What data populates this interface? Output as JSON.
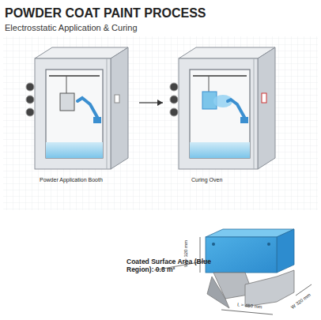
{
  "diagram": {
    "title": "POWDER COAT PAINT PROCESS",
    "nodes": [
      {
        "text": [
          "Powder Application Booth"
        ]
      },
      {
        "text": [
          "Curing Oven"
        ]
      }
    ],
    "edges": [
      {
        "from": 0,
        "to": 1,
        "arrow": "to"
      }
    ],
    "labels": [
      "Electrosstatic Application & Curing",
      "Coated Surface Area (Blue Region): 0.8 m²",
      "W = 320 mm",
      "L = 450 mm",
      "W 320 mm"
    ]
  }
}
